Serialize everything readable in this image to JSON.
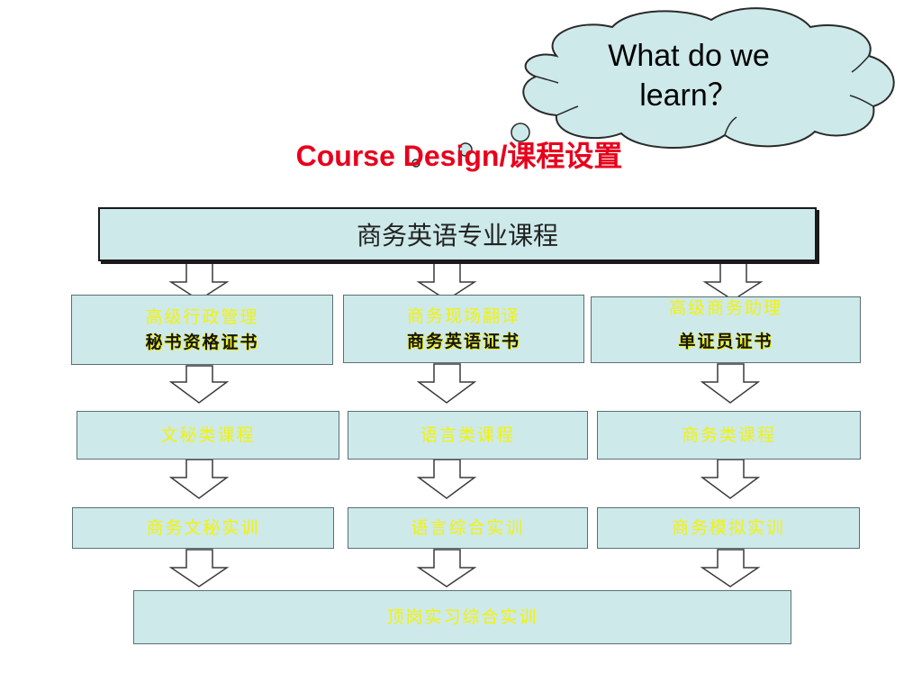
{
  "title": "Course Design/课程设置",
  "callout": {
    "line1": "What do we",
    "line2": "learn？"
  },
  "main_box": "商务英语专业课程",
  "certificates": [
    {
      "line1": "高级行政管理",
      "line2": "秘书资格证书"
    },
    {
      "line1": "商务现场翻译",
      "line2": "商务英语证书"
    },
    {
      "line1": "高级商务助理",
      "line2": "单证员证书"
    }
  ],
  "course_types": [
    "文秘类课程",
    "语言类课程",
    "商务类课程"
  ],
  "trainings": [
    "商务文秘实训",
    "语言综合实训",
    "商务模拟实训"
  ],
  "final_box": "顶岗实习综合实训"
}
